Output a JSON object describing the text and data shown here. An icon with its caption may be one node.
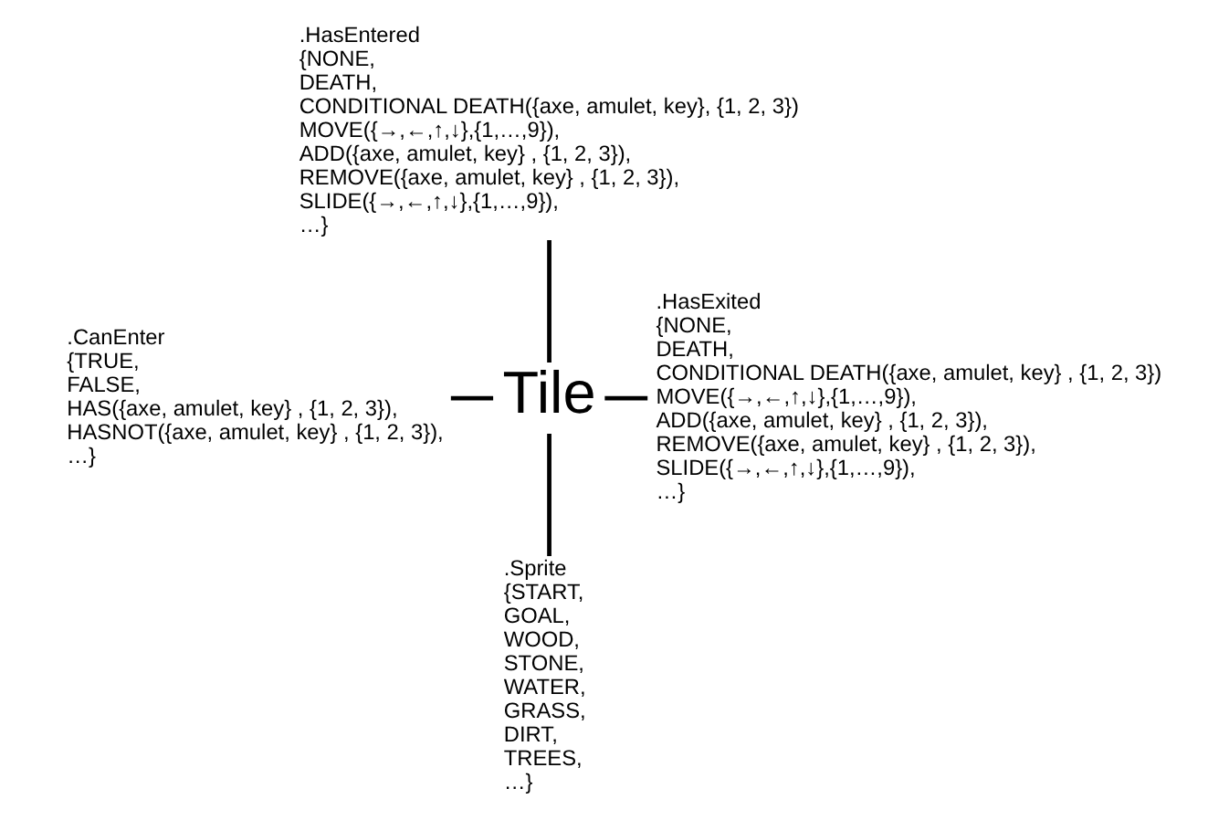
{
  "diagram": {
    "nodes": [
      {
        "text": [
          "Tile"
        ]
      },
      {
        "text": [
          ".HasEntered",
          "{NONE,",
          "DEATH,",
          "CONDITIONAL DEATH({axe, amulet, key}, {1, 2, 3})",
          "MOVE({→,←,↑,↓},{1,…,9}),",
          "ADD({axe, amulet, key} , {1, 2, 3}),",
          "REMOVE({axe, amulet, key} , {1, 2, 3}),",
          "SLIDE({→,←,↑,↓},{1,…,9}),",
          "…}"
        ]
      },
      {
        "text": [
          ".CanEnter",
          "{TRUE,",
          "FALSE,",
          "HAS({axe, amulet, key} , {1, 2, 3}),",
          "HASNOT({axe, amulet, key} , {1, 2, 3}),",
          "…}"
        ]
      },
      {
        "text": [
          ".HasExited",
          "{NONE,",
          "DEATH,",
          "CONDITIONAL DEATH({axe, amulet, key} , {1, 2, 3})",
          "MOVE({→,←,↑,↓},{1,…,9}),",
          "ADD({axe, amulet, key} , {1, 2, 3}),",
          "REMOVE({axe, amulet, key} , {1, 2, 3}),",
          "SLIDE({→,←,↑,↓},{1,…,9}),",
          "…}"
        ]
      },
      {
        "text": [
          ".Sprite",
          "{START,",
          "GOAL,",
          "WOOD,",
          "STONE,",
          "WATER,",
          "GRASS,",
          "DIRT,",
          "TREES,",
          "…}"
        ]
      }
    ],
    "edges": [
      {
        "from": 1,
        "to": 0,
        "arrow": "none"
      },
      {
        "from": 2,
        "to": 0,
        "arrow": "none"
      },
      {
        "from": 0,
        "to": 3,
        "arrow": "none"
      },
      {
        "from": 0,
        "to": 4,
        "arrow": "none"
      }
    ]
  }
}
